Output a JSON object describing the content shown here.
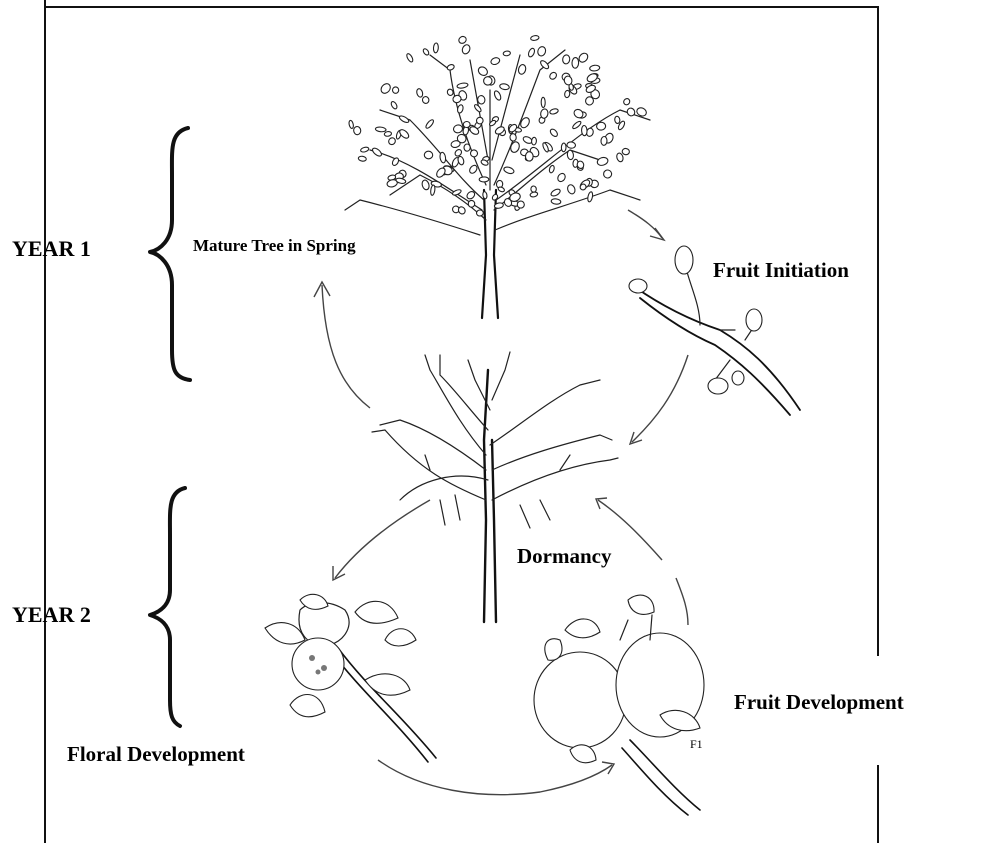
{
  "diagram": {
    "labels": {
      "year1": "YEAR 1",
      "year2": "YEAR 2",
      "mature_tree": "Mature Tree in Spring",
      "fruit_initiation": "Fruit Initiation",
      "dormancy": "Dormancy",
      "floral_development": "Floral Development",
      "fruit_development": "Fruit Development",
      "figure_mark": "F1"
    },
    "stages": [
      "Mature Tree in Spring",
      "Fruit Initiation",
      "Dormancy",
      "Fruit Development",
      "Floral Development"
    ],
    "colors": {
      "ink": "#111111",
      "arrow": "#444444",
      "background": "#ffffff"
    }
  }
}
